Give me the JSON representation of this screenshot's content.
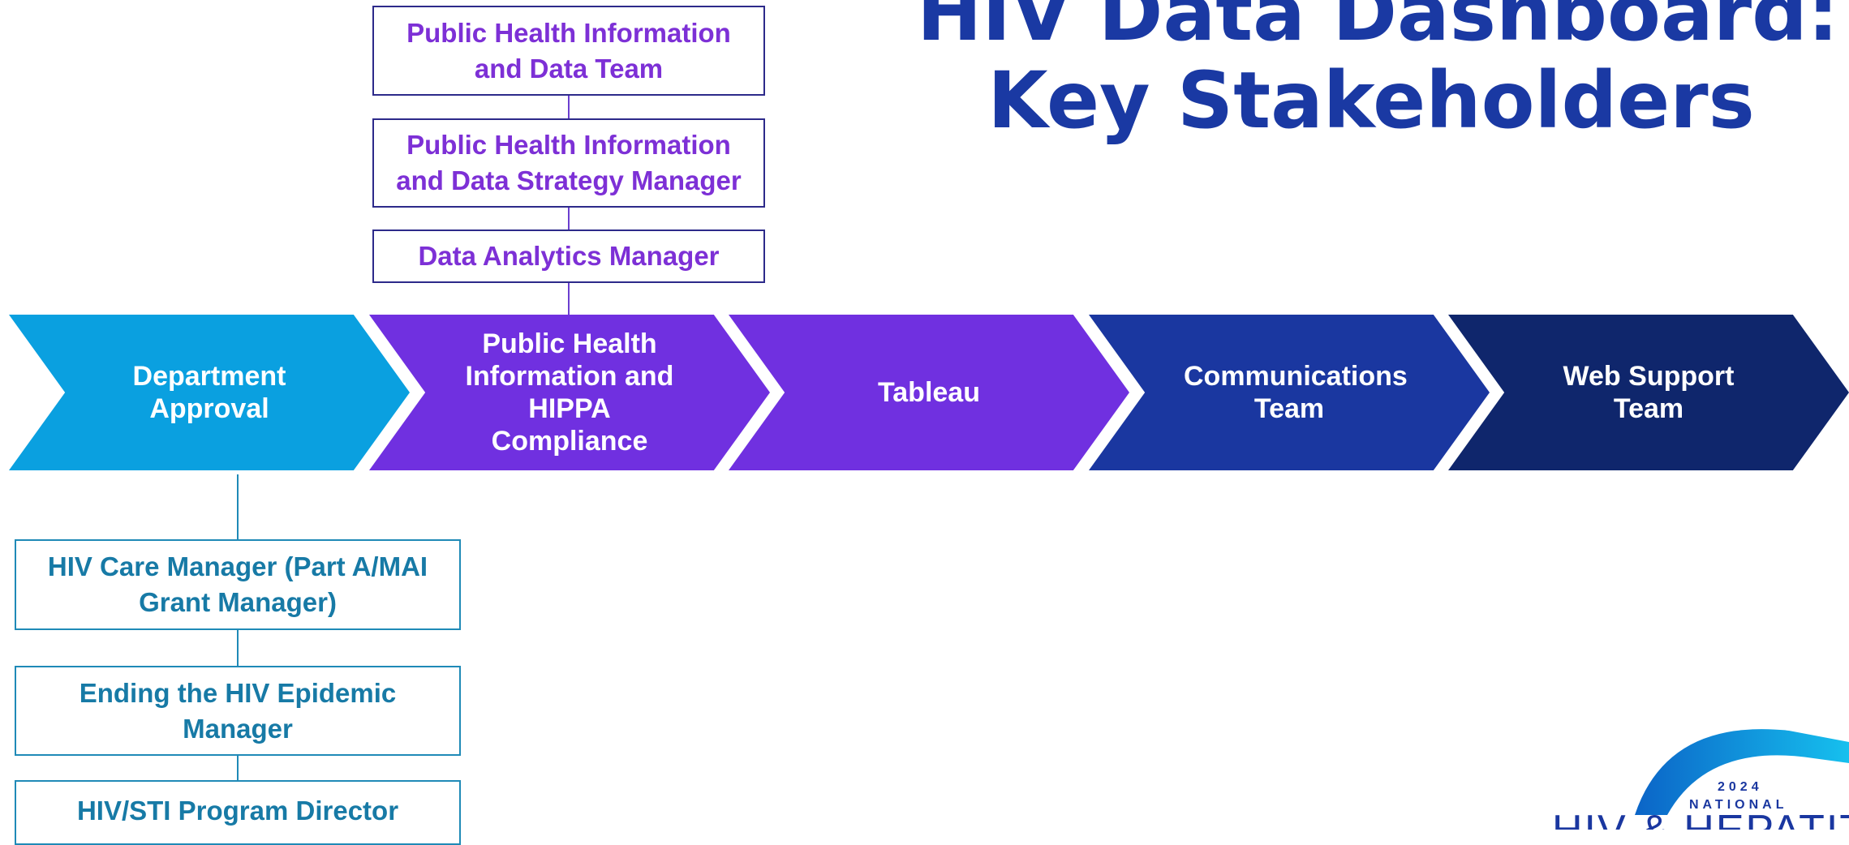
{
  "title": {
    "line1": "HIV Data Dashboard:",
    "line2": "Key Stakeholders"
  },
  "top_boxes": [
    {
      "label": "Public Health Information and Data Team"
    },
    {
      "label": "Public Health Information and Data Strategy Manager"
    },
    {
      "label": "Data Analytics Manager"
    }
  ],
  "chevrons": [
    {
      "label": "Department Approval",
      "color": "#0aa0e0"
    },
    {
      "label": "Public Health Information and HIPPA Compliance",
      "color": "#7030e0"
    },
    {
      "label": "Tableau",
      "color": "#7030e0"
    },
    {
      "label": "Communications Team",
      "color": "#1a37a0"
    },
    {
      "label": "Web Support Team",
      "color": "#0f266c"
    }
  ],
  "bottom_boxes": [
    {
      "label": "HIV Care Manager (Part A/MAI Grant Manager)"
    },
    {
      "label": "Ending the HIV Epidemic Manager"
    },
    {
      "label": "HIV/STI Program Director"
    }
  ],
  "logo": {
    "year": "2024",
    "word": "NATIONAL",
    "text": "HIV & HEPATITIS"
  }
}
